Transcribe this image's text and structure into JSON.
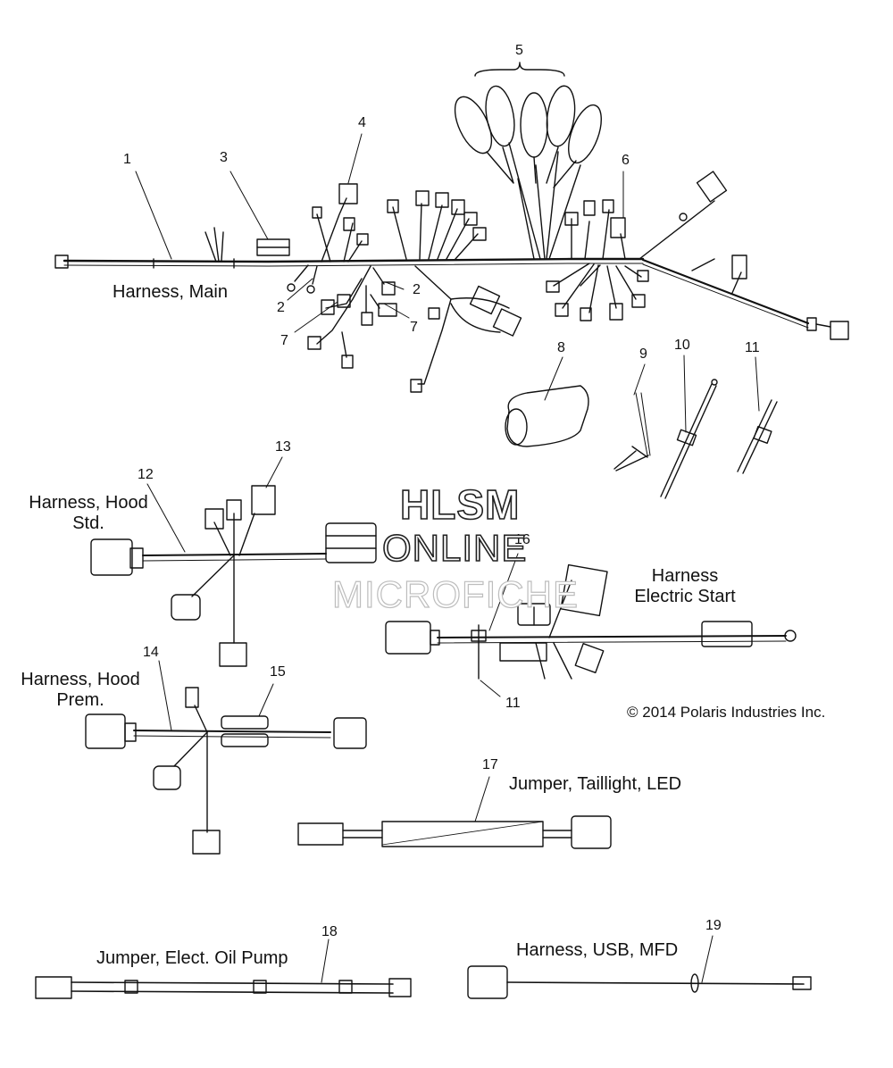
{
  "labels": {
    "harness_main": "Harness, Main",
    "harness_hood_std_1": "Harness, Hood",
    "harness_hood_std_2": "Std.",
    "harness_hood_prem_1": "Harness, Hood",
    "harness_hood_prem_2": "Prem.",
    "harness_electric_start_1": "Harness",
    "harness_electric_start_2": "Electric Start",
    "jumper_taillight": "Jumper, Taillight, LED",
    "jumper_oil_pump": "Jumper, Elect. Oil Pump",
    "harness_usb": "Harness, USB, MFD",
    "copyright": "© 2014 Polaris Industries Inc."
  },
  "callouts": {
    "c1": "1",
    "c2a": "2",
    "c2b": "2",
    "c3": "3",
    "c4": "4",
    "c5": "5",
    "c6": "6",
    "c7a": "7",
    "c7b": "7",
    "c8": "8",
    "c9": "9",
    "c10": "10",
    "c11a": "11",
    "c11b": "11",
    "c12": "12",
    "c13": "13",
    "c14": "14",
    "c15": "15",
    "c16": "16",
    "c17": "17",
    "c18": "18",
    "c19": "19"
  },
  "watermark": {
    "line1": "HLSM",
    "line2": "ONLINE",
    "line3": "MICROFICHE"
  }
}
